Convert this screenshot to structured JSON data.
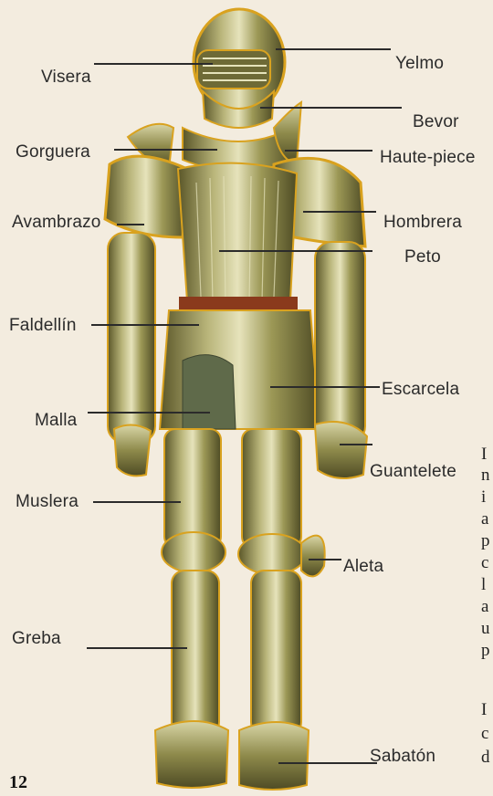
{
  "page_number": "12",
  "labels": {
    "yelmo": "Yelmo",
    "visera": "Visera",
    "bevor": "Bevor",
    "gorguera": "Gorguera",
    "haute_piece": "Haute-piece",
    "avambrazo": "Avambrazo",
    "hombrera": "Hombrera",
    "peto": "Peto",
    "faldellin": "Faldellín",
    "escarcela": "Escarcela",
    "malla": "Malla",
    "guantelete": "Guantelete",
    "muslera": "Muslera",
    "aleta": "Aleta",
    "greba": "Greba",
    "sabaton": "Sabatón"
  },
  "edge_text": [
    "I",
    "n",
    "i",
    "a",
    "p",
    "c",
    "l",
    "a",
    "u",
    "p",
    "I",
    "c",
    "d"
  ],
  "colors": {
    "background": "#f3ecdf",
    "armor_base": "#8c8a4a",
    "armor_highlight": "#e3e0b2",
    "armor_gold": "#d9a21f",
    "armor_shadow": "#4e4b24",
    "belt": "#8a3a1c",
    "mail": "#5f6a4a"
  }
}
